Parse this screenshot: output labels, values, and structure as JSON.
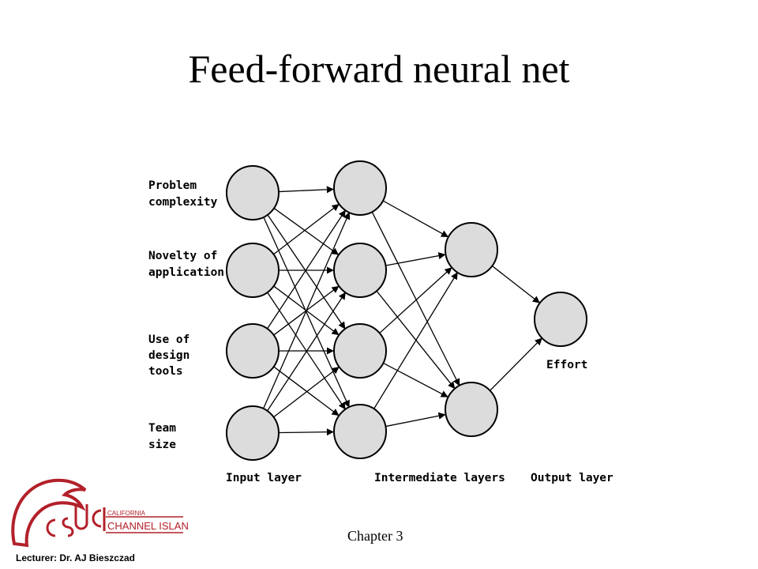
{
  "slide": {
    "title": "Feed-forward neural net",
    "chapter": "Chapter 3",
    "lecturer": "Lecturer: Dr. AJ Bieszczad"
  },
  "diagram": {
    "inputs": [
      [
        "Problem",
        "complexity"
      ],
      [
        "Novelty of",
        "application"
      ],
      [
        "Use of",
        "design",
        "tools"
      ],
      [
        "Team",
        "size"
      ]
    ],
    "output_label": "Effort",
    "layer_labels": {
      "input": "Input layer",
      "intermediate": "Intermediate layers",
      "output": "Output layer"
    }
  },
  "logo": {
    "top_text": "CALIFORNIA",
    "main_text": "CHANNEL ISLANDS",
    "initials": "CSUCI",
    "color": "#b3202a"
  }
}
